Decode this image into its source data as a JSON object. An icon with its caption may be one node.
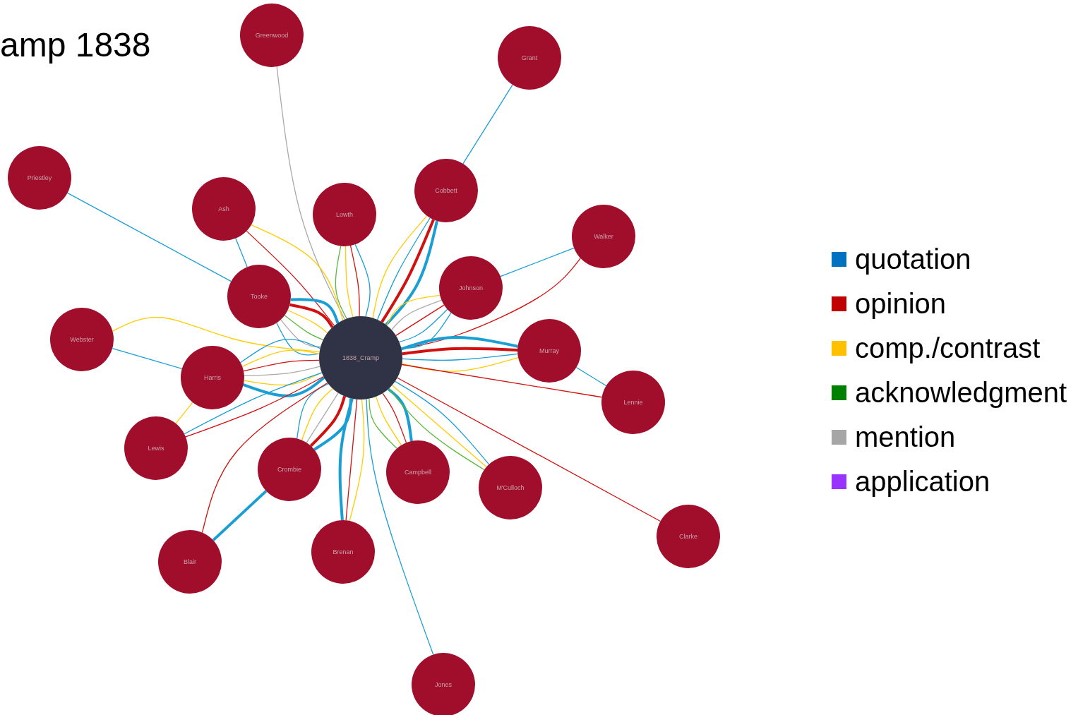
{
  "diagram": {
    "title": "amp 1838",
    "nodes": [
      {
        "text": [
          "Greenwood"
        ]
      },
      {
        "text": [
          "Grant"
        ]
      },
      {
        "text": [
          "Priestley"
        ]
      },
      {
        "text": [
          "Ash"
        ]
      },
      {
        "text": [
          "Lowth"
        ]
      },
      {
        "text": [
          "Cobbett"
        ]
      },
      {
        "text": [
          "Walker"
        ]
      },
      {
        "text": [
          "Johnson"
        ]
      },
      {
        "text": [
          "Tooke"
        ]
      },
      {
        "text": [
          "Webster"
        ]
      },
      {
        "text": [
          "1838_Cramp"
        ]
      },
      {
        "text": [
          "Murray"
        ]
      },
      {
        "text": [
          "Harris"
        ]
      },
      {
        "text": [
          "Lennie"
        ]
      },
      {
        "text": [
          "Lewis"
        ]
      },
      {
        "text": [
          "Crombie"
        ]
      },
      {
        "text": [
          "Campbell"
        ]
      },
      {
        "text": [
          "M'Culloch"
        ]
      },
      {
        "text": [
          "Clarke"
        ]
      },
      {
        "text": [
          "Blair"
        ]
      },
      {
        "text": [
          "Brenan"
        ]
      },
      {
        "text": [
          "Jones"
        ]
      }
    ],
    "edges": [
      {
        "from": 0,
        "to": 10,
        "arrow": "none",
        "color": "#aaaaaa"
      },
      {
        "from": 1,
        "to": 5,
        "arrow": "none",
        "color": "#1a9fd4"
      },
      {
        "from": 2,
        "to": 8,
        "arrow": "none",
        "color": "#1a9fd4"
      },
      {
        "from": 3,
        "to": 8,
        "arrow": "none",
        "color": "#1a9fd4"
      },
      {
        "from": 3,
        "to": 10,
        "arrow": "none",
        "color": "#d11010"
      },
      {
        "from": 3,
        "to": 10,
        "arrow": "none",
        "color": "#ffcc00"
      },
      {
        "from": 4,
        "to": 10,
        "arrow": "none",
        "color": "#1a9fd4"
      },
      {
        "from": 4,
        "to": 10,
        "arrow": "none",
        "color": "#d11010"
      },
      {
        "from": 4,
        "to": 10,
        "arrow": "none",
        "color": "#ffcc00"
      },
      {
        "from": 4,
        "to": 10,
        "arrow": "none",
        "color": "#5cb83c"
      },
      {
        "from": 5,
        "to": 10,
        "arrow": "none",
        "color": "#1a9fd4",
        "style": "thick"
      },
      {
        "from": 5,
        "to": 10,
        "arrow": "none",
        "color": "#d11010",
        "style": "thick"
      },
      {
        "from": 5,
        "to": 10,
        "arrow": "none",
        "color": "#1a9fd4"
      },
      {
        "from": 5,
        "to": 10,
        "arrow": "none",
        "color": "#ffcc00"
      },
      {
        "from": 6,
        "to": 7,
        "arrow": "none",
        "color": "#1a9fd4"
      },
      {
        "from": 6,
        "to": 10,
        "arrow": "none",
        "color": "#d11010"
      },
      {
        "from": 7,
        "to": 10,
        "arrow": "none",
        "color": "#1a9fd4"
      },
      {
        "from": 7,
        "to": 10,
        "arrow": "none",
        "color": "#1a9fd4"
      },
      {
        "from": 7,
        "to": 10,
        "arrow": "none",
        "color": "#d11010"
      },
      {
        "from": 7,
        "to": 10,
        "arrow": "none",
        "color": "#aaaaaa"
      },
      {
        "from": 7,
        "to": 10,
        "arrow": "none",
        "color": "#ffcc00"
      },
      {
        "from": 8,
        "to": 10,
        "arrow": "none",
        "color": "#1a9fd4",
        "style": "thick"
      },
      {
        "from": 8,
        "to": 10,
        "arrow": "none",
        "color": "#d11010",
        "style": "thick"
      },
      {
        "from": 8,
        "to": 10,
        "arrow": "none",
        "color": "#ffcc00"
      },
      {
        "from": 8,
        "to": 10,
        "arrow": "none",
        "color": "#5cb83c"
      },
      {
        "from": 8,
        "to": 10,
        "arrow": "none",
        "color": "#aaaaaa"
      },
      {
        "from": 8,
        "to": 10,
        "arrow": "none",
        "color": "#1a9fd4"
      },
      {
        "from": 9,
        "to": 10,
        "arrow": "none",
        "color": "#ffcc00"
      },
      {
        "from": 9,
        "to": 12,
        "arrow": "none",
        "color": "#1a9fd4"
      },
      {
        "from": 11,
        "to": 10,
        "arrow": "none",
        "color": "#1a9fd4",
        "style": "thick"
      },
      {
        "from": 11,
        "to": 10,
        "arrow": "none",
        "color": "#d11010",
        "style": "thick"
      },
      {
        "from": 11,
        "to": 10,
        "arrow": "none",
        "color": "#1a9fd4"
      },
      {
        "from": 11,
        "to": 10,
        "arrow": "none",
        "color": "#ffcc00"
      },
      {
        "from": 11,
        "to": 13,
        "arrow": "none",
        "color": "#1a9fd4"
      },
      {
        "from": 13,
        "to": 10,
        "arrow": "none",
        "color": "#d11010"
      },
      {
        "from": 12,
        "to": 10,
        "arrow": "none",
        "color": "#1a9fd4",
        "style": "thick"
      },
      {
        "from": 12,
        "to": 10,
        "arrow": "none",
        "color": "#ffcc00"
      },
      {
        "from": 12,
        "to": 10,
        "arrow": "none",
        "color": "#aaaaaa"
      },
      {
        "from": 12,
        "to": 10,
        "arrow": "none",
        "color": "#d11010"
      },
      {
        "from": 12,
        "to": 10,
        "arrow": "none",
        "color": "#ffcc00"
      },
      {
        "from": 12,
        "to": 10,
        "arrow": "none",
        "color": "#1a9fd4"
      },
      {
        "from": 14,
        "to": 12,
        "arrow": "none",
        "color": "#ffcc00"
      },
      {
        "from": 14,
        "to": 10,
        "arrow": "none",
        "color": "#d11010"
      },
      {
        "from": 14,
        "to": 10,
        "arrow": "none",
        "color": "#1a9fd4"
      },
      {
        "from": 15,
        "to": 10,
        "arrow": "none",
        "color": "#1a9fd4",
        "style": "thick"
      },
      {
        "from": 15,
        "to": 10,
        "arrow": "none",
        "color": "#d11010",
        "style": "thick"
      },
      {
        "from": 15,
        "to": 10,
        "arrow": "none",
        "color": "#aaaaaa"
      },
      {
        "from": 15,
        "to": 10,
        "arrow": "none",
        "color": "#ffcc00"
      },
      {
        "from": 15,
        "to": 10,
        "arrow": "none",
        "color": "#1a9fd4"
      },
      {
        "from": 19,
        "to": 15,
        "arrow": "none",
        "color": "#1a9fd4",
        "style": "thick"
      },
      {
        "from": 19,
        "to": 10,
        "arrow": "none",
        "color": "#d11010"
      },
      {
        "from": 20,
        "to": 10,
        "arrow": "none",
        "color": "#ffcc00"
      },
      {
        "from": 20,
        "to": 10,
        "arrow": "none",
        "color": "#d11010"
      },
      {
        "from": 20,
        "to": 10,
        "arrow": "none",
        "color": "#1a9fd4",
        "style": "thick"
      },
      {
        "from": 16,
        "to": 10,
        "arrow": "none",
        "color": "#1a9fd4",
        "style": "thick"
      },
      {
        "from": 16,
        "to": 10,
        "arrow": "none",
        "color": "#d11010"
      },
      {
        "from": 16,
        "to": 10,
        "arrow": "none",
        "color": "#ffcc00"
      },
      {
        "from": 16,
        "to": 10,
        "arrow": "none",
        "color": "#5cb83c"
      },
      {
        "from": 17,
        "to": 10,
        "arrow": "none",
        "color": "#1a9fd4"
      },
      {
        "from": 17,
        "to": 10,
        "arrow": "none",
        "color": "#ffcc00"
      },
      {
        "from": 17,
        "to": 10,
        "arrow": "none",
        "color": "#5cb83c"
      },
      {
        "from": 18,
        "to": 10,
        "arrow": "none",
        "color": "#d11010"
      },
      {
        "from": 21,
        "to": 10,
        "arrow": "none",
        "color": "#1a9fd4"
      }
    ],
    "legend": [
      {
        "text": "quotation",
        "color": "#0070c0"
      },
      {
        "text": "opinion",
        "color": "#c00000"
      },
      {
        "text": "comp./contrast",
        "color": "#ffc000"
      },
      {
        "text": "acknowledgment",
        "color": "#008000"
      },
      {
        "text": "mention",
        "color": "#a6a6a6"
      },
      {
        "text": "application",
        "color": "#9933ff"
      }
    ]
  }
}
